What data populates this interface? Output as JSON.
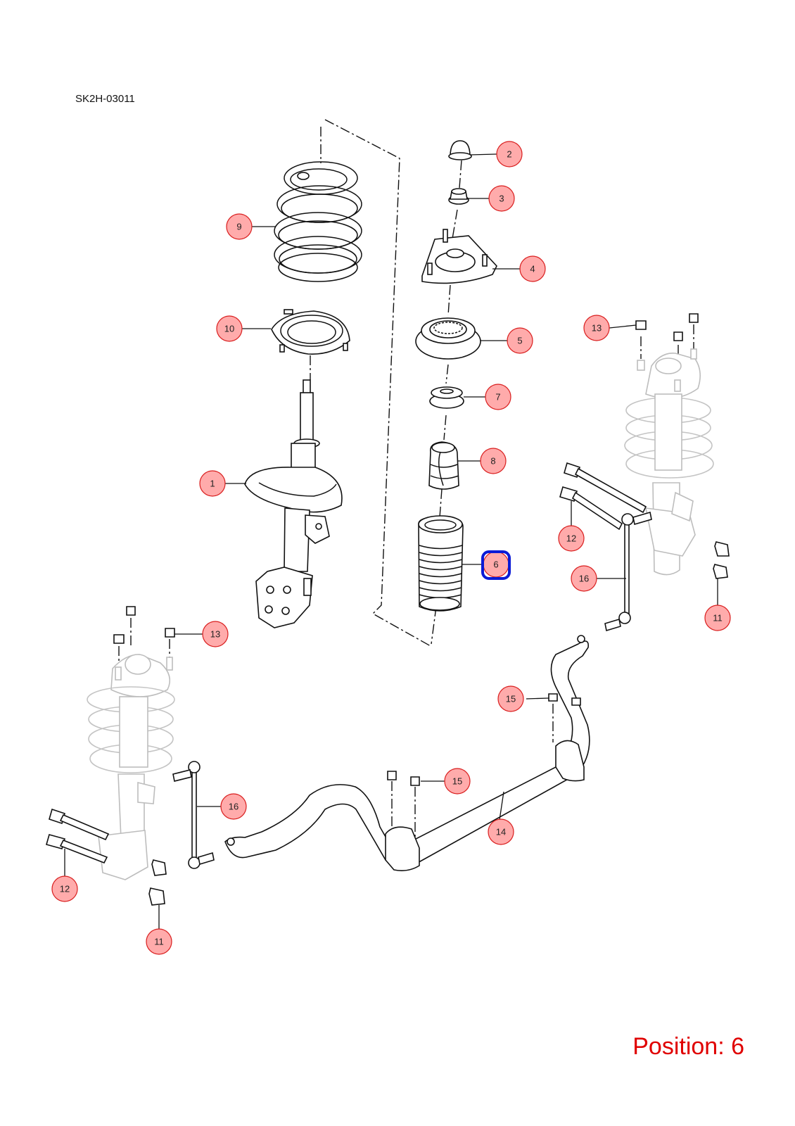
{
  "document": {
    "code": "SK2H-03011"
  },
  "status": {
    "position_text": "Position: 6"
  },
  "selection": {
    "highlighted_part": "6",
    "highlight_color": "#0b1bd6"
  },
  "callout_style": {
    "fill": "#ff9c9c",
    "stroke": "#d91e1e"
  },
  "callouts": [
    {
      "id": "c2",
      "label": "2"
    },
    {
      "id": "c3",
      "label": "3"
    },
    {
      "id": "c4",
      "label": "4"
    },
    {
      "id": "c5",
      "label": "5"
    },
    {
      "id": "c7",
      "label": "7"
    },
    {
      "id": "c8",
      "label": "8"
    },
    {
      "id": "c6",
      "label": "6"
    },
    {
      "id": "c9",
      "label": "9"
    },
    {
      "id": "c10",
      "label": "10"
    },
    {
      "id": "c1",
      "label": "1"
    },
    {
      "id": "c13a",
      "label": "13"
    },
    {
      "id": "c12a",
      "label": "12"
    },
    {
      "id": "c16a",
      "label": "16"
    },
    {
      "id": "c11a",
      "label": "11"
    },
    {
      "id": "c13b",
      "label": "13"
    },
    {
      "id": "c15a",
      "label": "15"
    },
    {
      "id": "c15b",
      "label": "15"
    },
    {
      "id": "c14",
      "label": "14"
    },
    {
      "id": "c16b",
      "label": "16"
    },
    {
      "id": "c12b",
      "label": "12"
    },
    {
      "id": "c11b",
      "label": "11"
    }
  ]
}
